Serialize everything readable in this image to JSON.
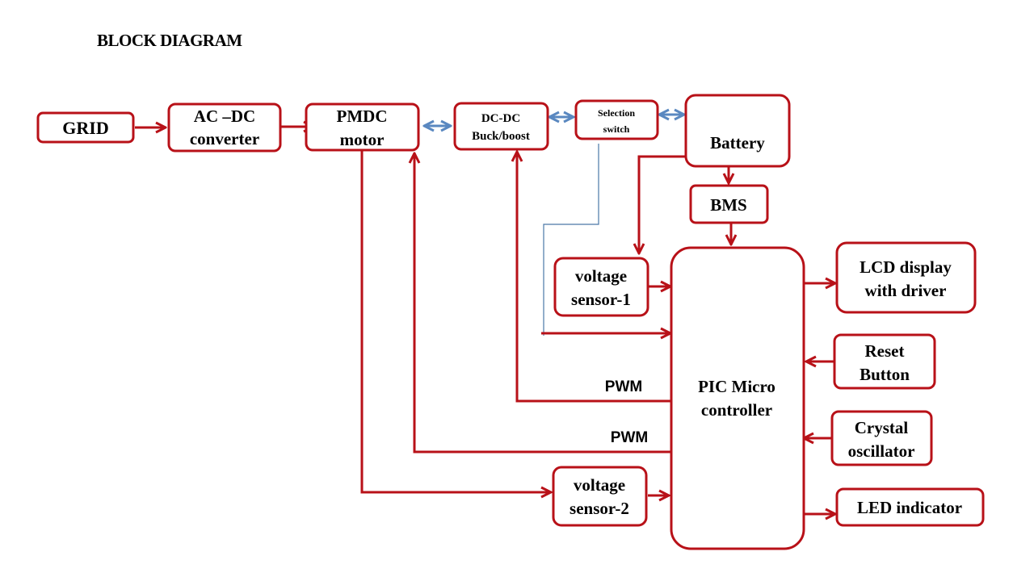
{
  "title": "BLOCK DIAGRAM",
  "colors": {
    "block_border": "#b81118",
    "power_link": "#5a88c0",
    "signal_line": "#4a78a8"
  },
  "blocks": {
    "grid": [
      "GRID"
    ],
    "acdc": [
      "AC –DC",
      "converter"
    ],
    "pmdc": [
      "PMDC",
      "motor"
    ],
    "dcdc": [
      "DC-DC",
      "Buck/boost"
    ],
    "selection": [
      "Selection",
      "switch"
    ],
    "battery": [
      "Battery"
    ],
    "bms": [
      "BMS"
    ],
    "vs1": [
      "voltage",
      "sensor-1"
    ],
    "vs2": [
      "voltage",
      "sensor-2"
    ],
    "pic": [
      "PIC Micro",
      "controller"
    ],
    "lcd": [
      "LCD display",
      "with driver"
    ],
    "reset": [
      "Reset",
      "Button"
    ],
    "crystal": [
      "Crystal",
      "oscillator"
    ],
    "led": [
      "LED indicator"
    ]
  },
  "signals": {
    "pwm_dcdc": "PWM",
    "pwm_motor": "PWM"
  }
}
